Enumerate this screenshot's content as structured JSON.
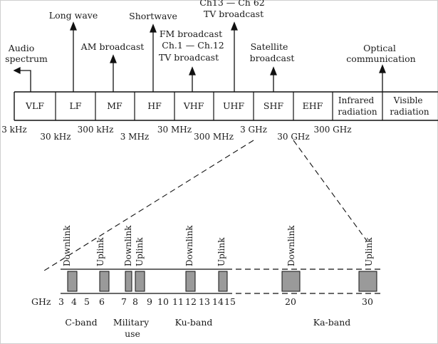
{
  "bands": [
    "VLF",
    "LF",
    "MF",
    "HF",
    "VHF",
    "UHF",
    "SHF",
    "EHF",
    "Infrared radiation",
    "Visible radiation"
  ],
  "frequencies": [
    "3 kHz",
    "30 kHz",
    "300 kHz",
    "3 MHz",
    "30 MHz",
    "300 MHz",
    "3 GHz",
    "30 GHz",
    "300 GHz"
  ],
  "services": {
    "audio": "Audio spectrum",
    "long_wave": "Long wave",
    "am": "AM broadcast",
    "shortwave": "Shortwave",
    "fm": "FM broadcast Ch.1 — Ch.12 TV broadcast",
    "uhf_tv": "Ch13 — Ch 62 TV broadcast",
    "satellite": "Satellite broadcast",
    "optical": "Optical communication"
  },
  "zoom": {
    "unit": "GHz",
    "ticks": [
      "3",
      "4",
      "5",
      "6",
      "7",
      "8",
      "9",
      "10",
      "11",
      "12",
      "13",
      "14",
      "15",
      "20",
      "30"
    ],
    "blocks": [
      "Downlink",
      "Uplink",
      "Downlink",
      "Uplink",
      "Downlink",
      "Uplink",
      "Downlink",
      "Uplink"
    ],
    "bands": [
      "C-band",
      "Military use",
      "Ku-band",
      "Ka-band"
    ]
  }
}
